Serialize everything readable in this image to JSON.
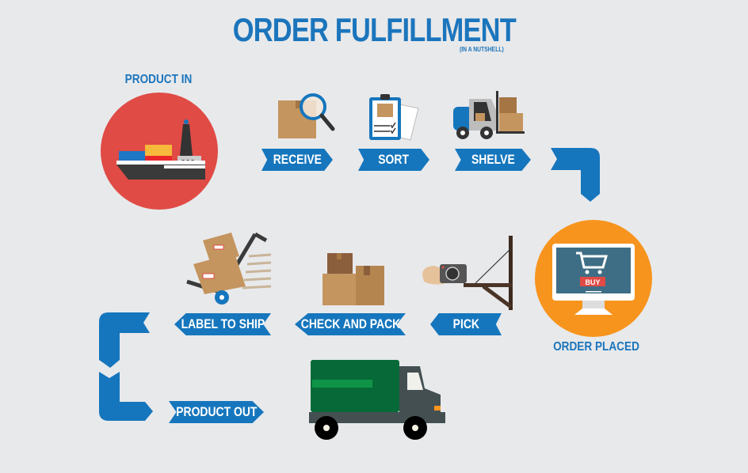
{
  "header": {
    "title": "ORDER FULFILLMENT",
    "subtitle": "(IN A NUTSHELL)"
  },
  "stages": {
    "product_in": {
      "label": "PRODUCT IN",
      "icon": "cargo-ship-icon",
      "color": "#e04b45"
    },
    "order_placed": {
      "label": "ORDER PLACED",
      "icon": "computer-cart-icon",
      "color": "#f7941d",
      "button_text": "BUY"
    }
  },
  "steps": [
    {
      "label": "RECEIVE",
      "icon": "box-magnifier-icon"
    },
    {
      "label": "SORT",
      "icon": "clipboard-icon"
    },
    {
      "label": "SHELVE",
      "icon": "forklift-icon"
    },
    {
      "label": "PICK",
      "icon": "hand-scanner-icon"
    },
    {
      "label": "CHECK AND PACK",
      "icon": "boxes-icon"
    },
    {
      "label": "LABEL TO SHIP",
      "icon": "hand-truck-icon"
    },
    {
      "label": "PRODUCT OUT",
      "icon": "delivery-truck-icon"
    }
  ],
  "colors": {
    "accent_blue": "#1576bd",
    "background": "#e8e9eb",
    "box_brown": "#c4955f",
    "truck_green": "#076937"
  }
}
